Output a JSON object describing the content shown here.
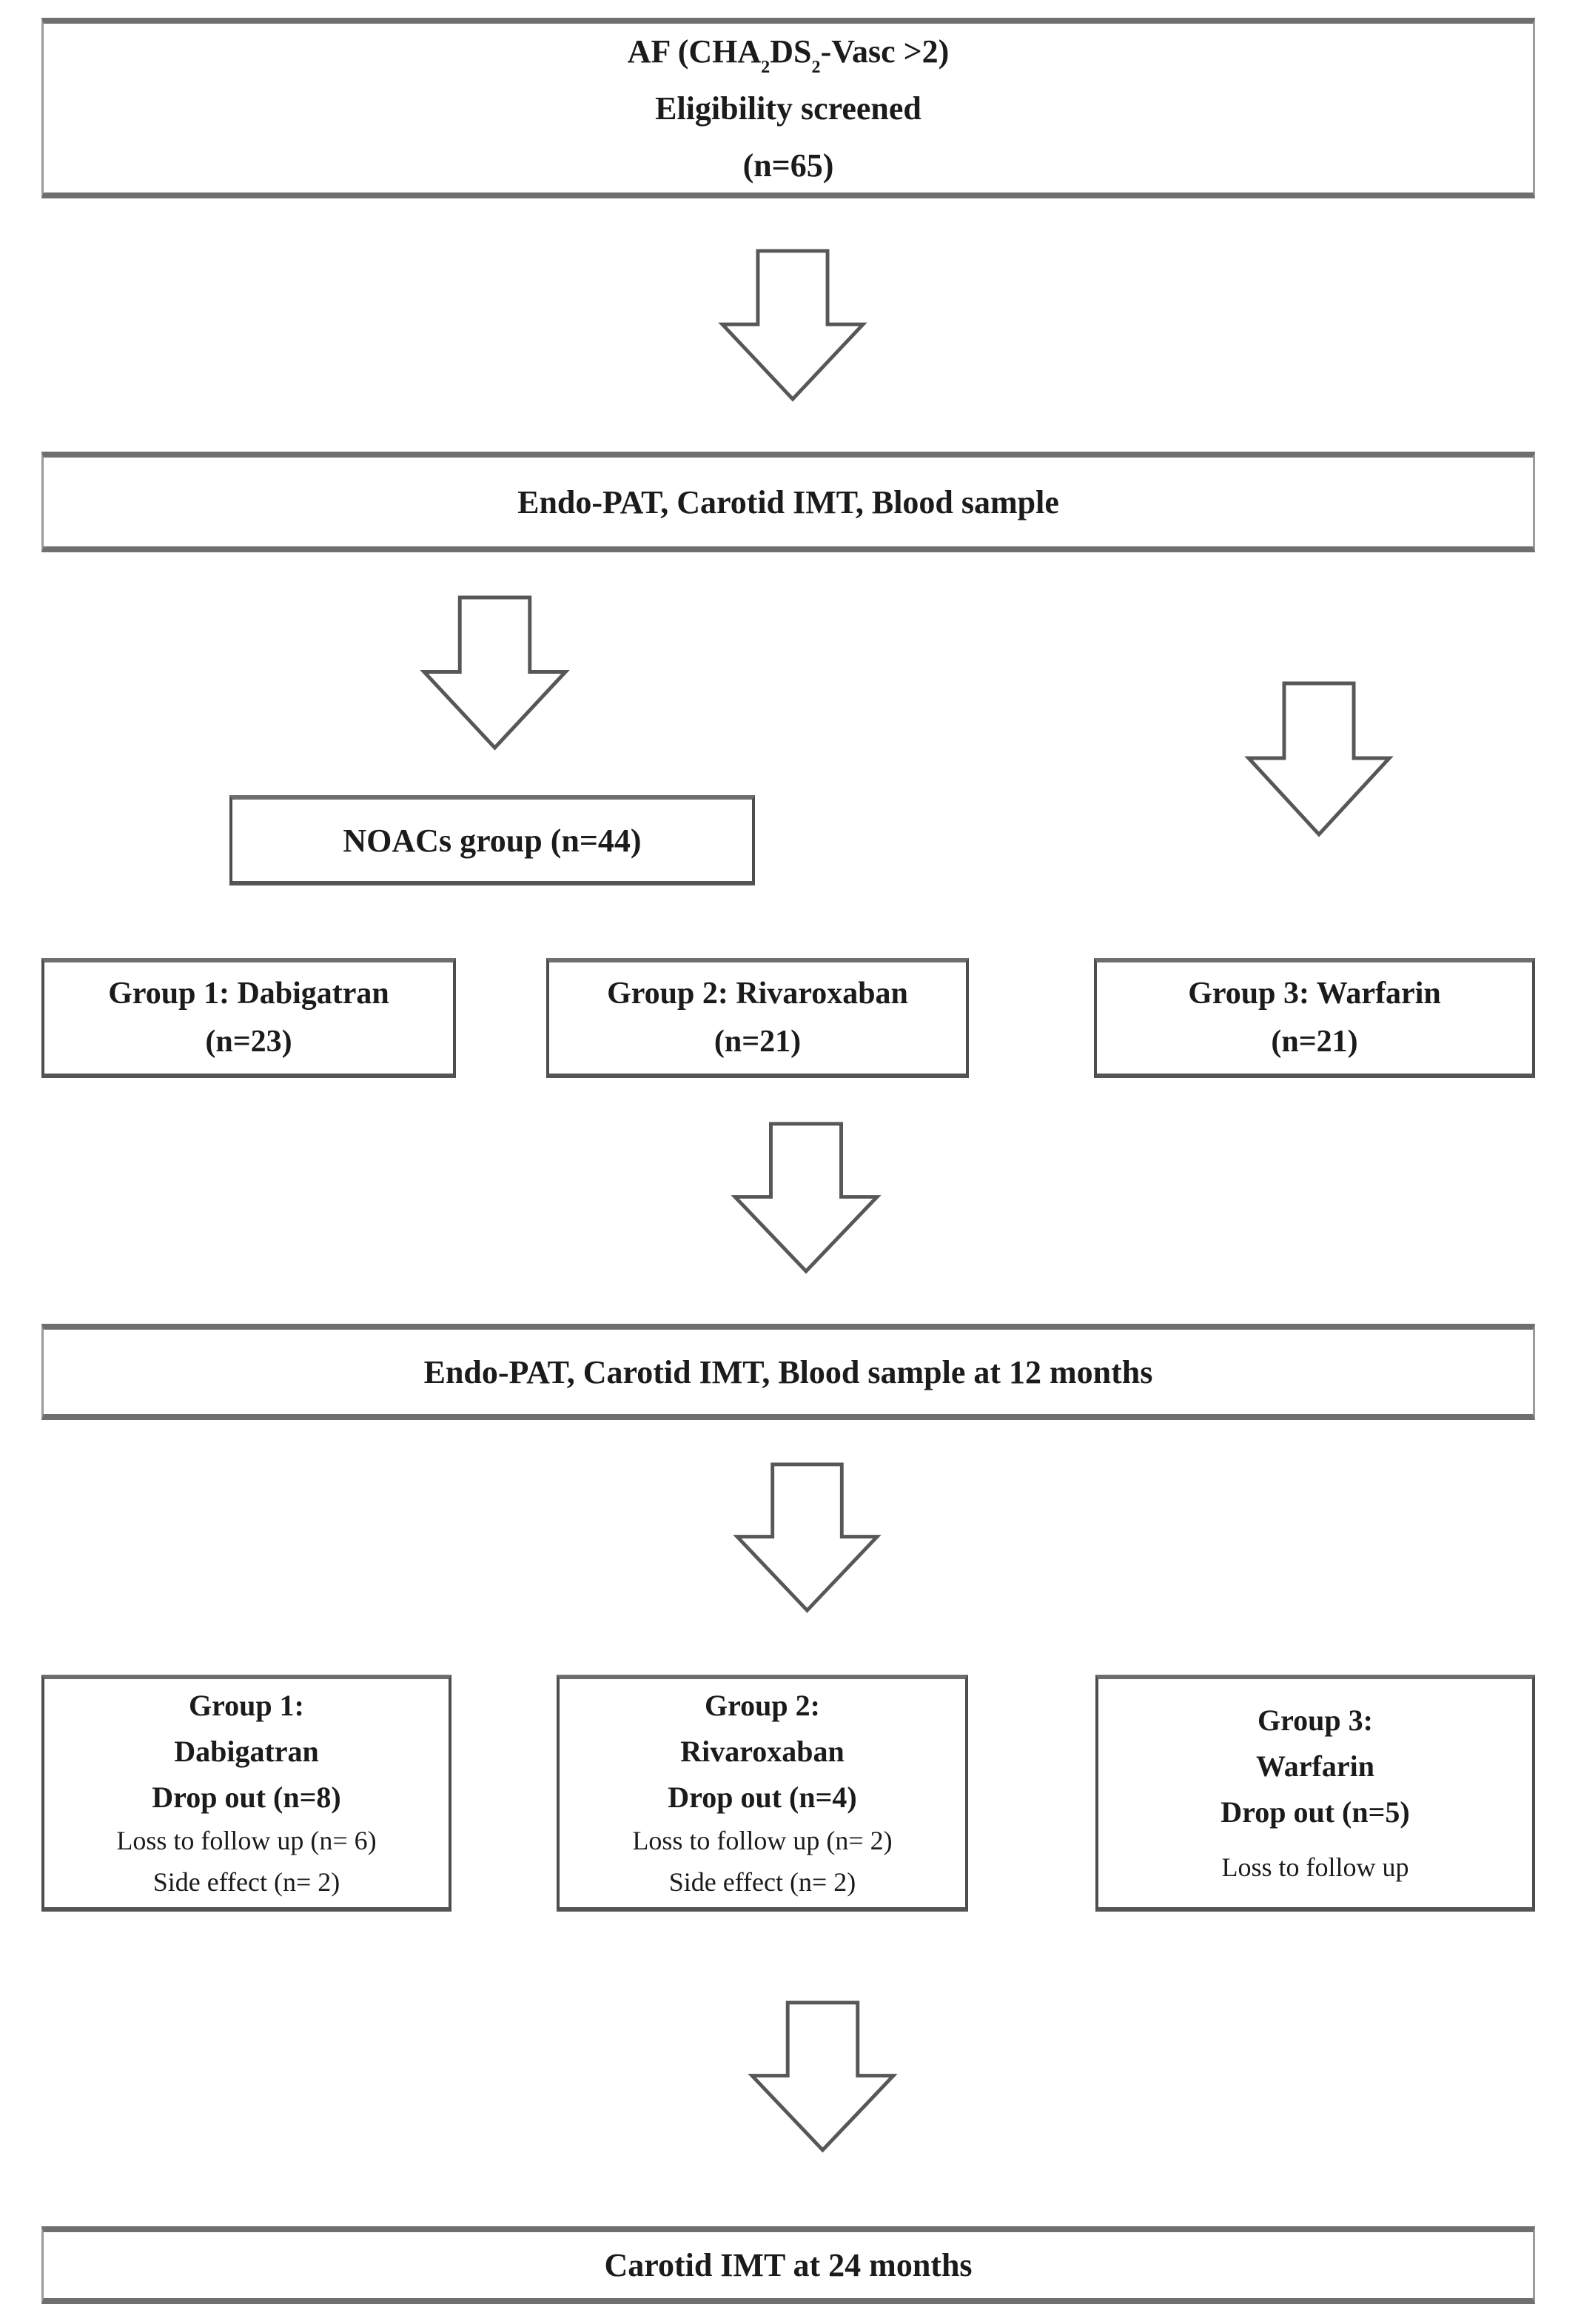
{
  "diagram": {
    "type": "flowchart",
    "colors": {
      "background": "#ffffff",
      "text": "#1b1b1b",
      "box_border_dark": "#4d4d4d",
      "box_border_gray": "#6f6f6f",
      "arrow_outline": "#575757",
      "arrow_fill": "#ffffff"
    },
    "nodes": {
      "screening": {
        "line1": {
          "p1": "AF (CHA",
          "sub1": "2",
          "p2": "DS",
          "sub2": "2",
          "p3": "-Vasc >2)"
        },
        "line2": "Eligibility screened",
        "line3": "(n=65)"
      },
      "baseline": {
        "label": "Endo-PAT, Carotid IMT, Blood sample"
      },
      "noacs": {
        "label": "NOACs group (n=44)"
      },
      "group1": {
        "lines": [
          "Group 1: Dabigatran",
          "(n=23)"
        ]
      },
      "group2": {
        "lines": [
          "Group 2: Rivaroxaban",
          "(n=21)"
        ]
      },
      "group3": {
        "lines": [
          "Group 3: Warfarin",
          "(n=21)"
        ]
      },
      "followup12": {
        "label": "Endo-PAT, Carotid IMT, Blood sample at 12 months"
      },
      "dropout1": {
        "bold_lines": [
          "Group 1:",
          "Dabigatran",
          "Drop out (n=8)"
        ],
        "detail_lines": [
          "Loss to follow up (n= 6)",
          "Side effect (n= 2)"
        ]
      },
      "dropout2": {
        "bold_lines": [
          "Group 2:",
          "Rivaroxaban",
          "Drop out (n=4)"
        ],
        "detail_lines": [
          "Loss to follow up (n= 2)",
          "Side effect (n= 2)"
        ]
      },
      "dropout3": {
        "bold_lines": [
          "Group 3:",
          "Warfarin",
          "Drop out (n=5)"
        ],
        "detail_lines": [
          "Loss to follow up"
        ]
      },
      "followup24": {
        "label": "Carotid IMT at 24 months"
      }
    }
  }
}
